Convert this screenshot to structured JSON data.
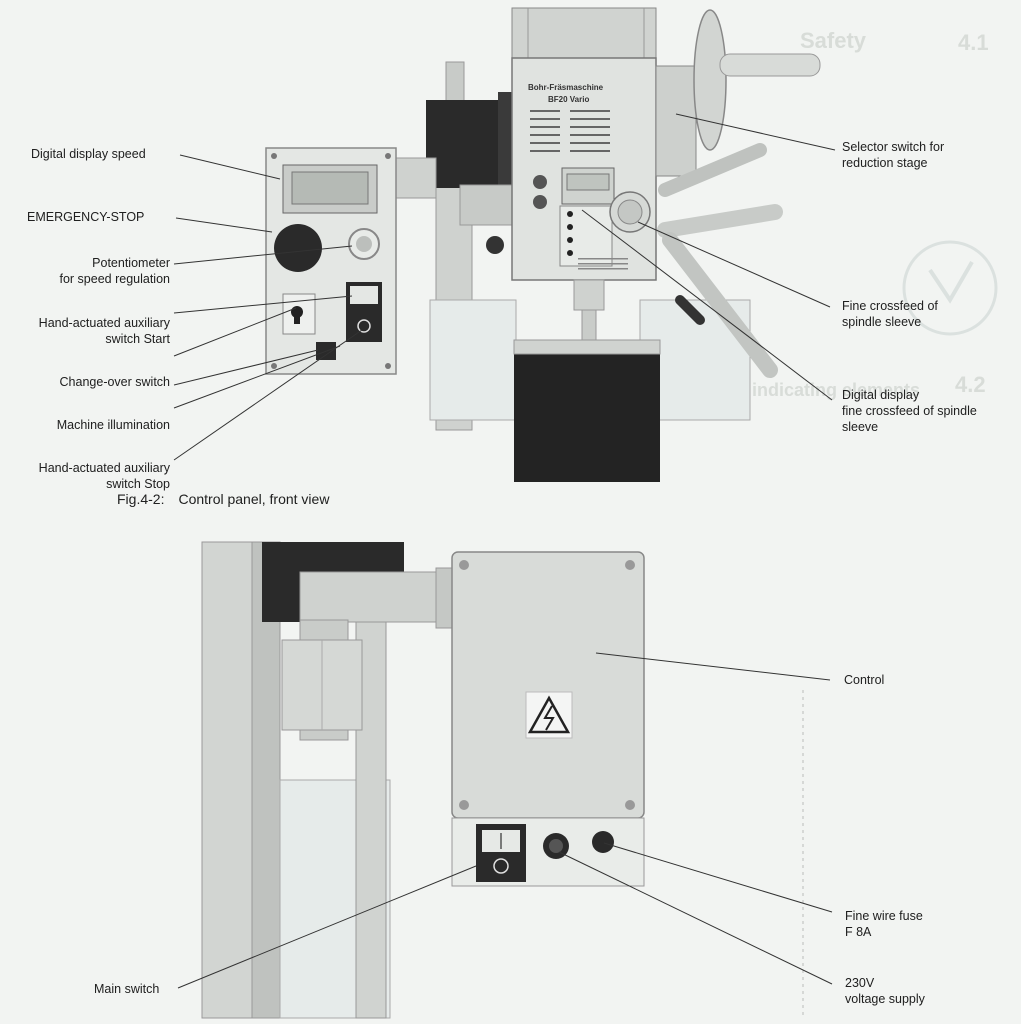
{
  "figure_caption": {
    "number": "Fig.4-2:",
    "text": "Control panel, front view"
  },
  "front_labels": {
    "digital_display_speed": "Digital display speed",
    "emergency_stop": "EMERGENCY-STOP",
    "potentiometer": "Potentiometer\nfor speed regulation",
    "aux_switch_start": "Hand-actuated auxiliary\nswitch Start",
    "change_over_switch": "Change-over switch",
    "machine_illumination": "Machine illumination",
    "aux_switch_stop": "Hand-actuated auxiliary\nswitch Stop",
    "selector_switch": "Selector switch for\nreduction stage",
    "fine_crossfeed": "Fine crossfeed of\nspindle sleeve",
    "digital_display_crossfeed": "Digital display\nfine crossfeed of spindle\nsleeve"
  },
  "rear_labels": {
    "control": "Control",
    "fine_wire_fuse": "Fine wire fuse\nF 8A",
    "voltage_supply": "230V\nvoltage supply",
    "main_switch": "Main switch"
  },
  "machine_plate": {
    "title": "Bohr-Fräsmaschine",
    "model": "BF20 Vario"
  },
  "colors": {
    "background": "#f2f4f2",
    "machine_body": "#d4d7d4",
    "dark_part": "#2a2a2a",
    "line": "#333333"
  }
}
